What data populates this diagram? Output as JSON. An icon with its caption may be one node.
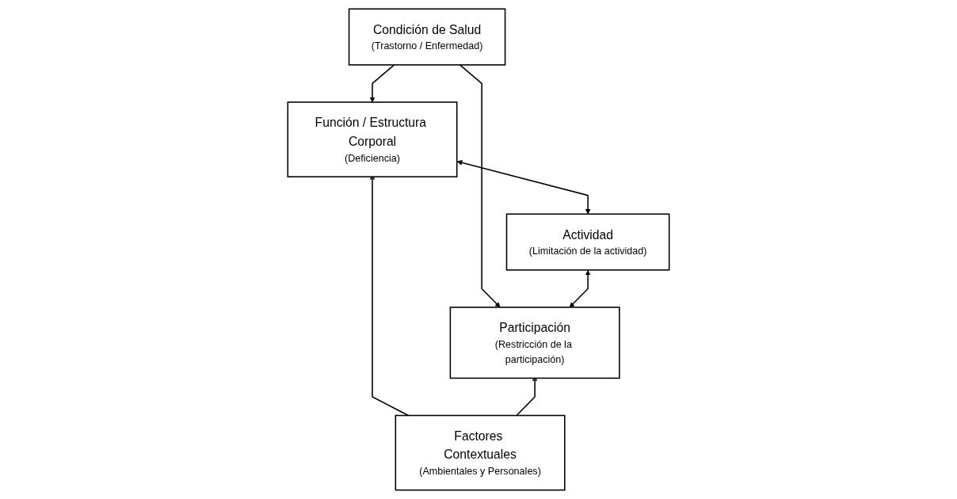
{
  "diagram": {
    "nodes": [
      {
        "text": [
          "Condición de Salud",
          "(Trastorno / Enfermedad)"
        ]
      },
      {
        "text": [
          "Función / Estructura Corporal",
          "(Deficiencia)"
        ]
      },
      {
        "text": [
          "Actividad",
          "(Limitación de la actividad)"
        ]
      },
      {
        "text": [
          "Participación",
          "(Restricción de la participación)"
        ]
      },
      {
        "text": [
          "Factores Contextuales",
          "(Ambientales y Personales)"
        ]
      }
    ],
    "edges": [
      {
        "from": 0,
        "to": 1,
        "arrow": "to"
      },
      {
        "from": 0,
        "to": 3,
        "arrow": "to"
      },
      {
        "from": 1,
        "to": 2,
        "arrow": "both"
      },
      {
        "from": 2,
        "to": 3,
        "arrow": "both"
      },
      {
        "from": 4,
        "to": 1,
        "arrow": "to"
      },
      {
        "from": 4,
        "to": 3,
        "arrow": "to"
      }
    ]
  }
}
